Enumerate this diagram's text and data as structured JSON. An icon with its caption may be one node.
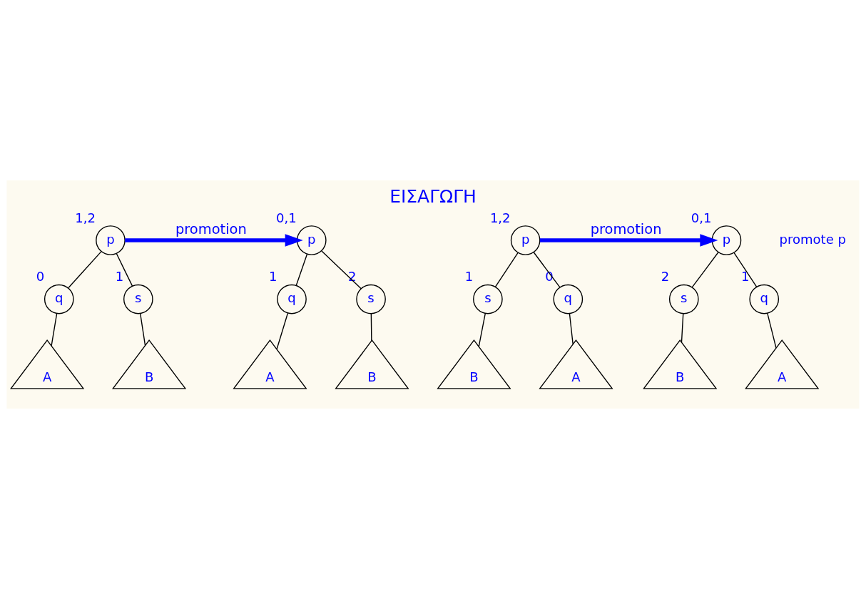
{
  "diagram": {
    "title": "ΕΙΣΑΓΩΓΗ",
    "nodes": [
      {
        "text": [
          "p"
        ],
        "beside": [
          "1,2"
        ]
      },
      {
        "text": [
          "q"
        ],
        "beside": [
          "0"
        ]
      },
      {
        "text": [
          "s"
        ],
        "beside": [
          "1"
        ]
      },
      {
        "text": [
          "A"
        ]
      },
      {
        "text": [
          "B"
        ]
      },
      {
        "text": [
          "p"
        ],
        "beside": [
          "0,1"
        ]
      },
      {
        "text": [
          "q"
        ],
        "beside": [
          "1"
        ]
      },
      {
        "text": [
          "s"
        ],
        "beside": [
          "2"
        ]
      },
      {
        "text": [
          "A"
        ]
      },
      {
        "text": [
          "B"
        ]
      },
      {
        "text": [
          "p"
        ],
        "beside": [
          "1,2"
        ]
      },
      {
        "text": [
          "s"
        ],
        "beside": [
          "1"
        ]
      },
      {
        "text": [
          "q"
        ],
        "beside": [
          "0"
        ]
      },
      {
        "text": [
          "B"
        ]
      },
      {
        "text": [
          "A"
        ]
      },
      {
        "text": [
          "p"
        ],
        "beside": [
          "0,1"
        ]
      },
      {
        "text": [
          "s"
        ],
        "beside": [
          "2"
        ]
      },
      {
        "text": [
          "q"
        ],
        "beside": [
          "1"
        ]
      },
      {
        "text": [
          "B"
        ]
      },
      {
        "text": [
          "A"
        ]
      }
    ],
    "edges": [
      {
        "from": 0,
        "to": 1,
        "arrow": "none"
      },
      {
        "from": 0,
        "to": 2,
        "arrow": "none"
      },
      {
        "from": 1,
        "to": 3,
        "arrow": "none"
      },
      {
        "from": 2,
        "to": 4,
        "arrow": "none"
      },
      {
        "from": 5,
        "to": 6,
        "arrow": "none"
      },
      {
        "from": 5,
        "to": 7,
        "arrow": "none"
      },
      {
        "from": 6,
        "to": 8,
        "arrow": "none"
      },
      {
        "from": 7,
        "to": 9,
        "arrow": "none"
      },
      {
        "from": 10,
        "to": 11,
        "arrow": "none"
      },
      {
        "from": 10,
        "to": 12,
        "arrow": "none"
      },
      {
        "from": 11,
        "to": 13,
        "arrow": "none"
      },
      {
        "from": 12,
        "to": 14,
        "arrow": "none"
      },
      {
        "from": 15,
        "to": 16,
        "arrow": "none"
      },
      {
        "from": 15,
        "to": 17,
        "arrow": "none"
      },
      {
        "from": 16,
        "to": 18,
        "arrow": "none"
      },
      {
        "from": 17,
        "to": 19,
        "arrow": "none"
      },
      {
        "from": 0,
        "to": 5,
        "arrow": "to",
        "label": "promotion",
        "style": "thick",
        "color": "#0000ff"
      },
      {
        "from": 10,
        "to": 15,
        "arrow": "to",
        "label": "promotion",
        "style": "thick",
        "color": "#0000ff"
      }
    ],
    "labels": [
      "promote p"
    ]
  }
}
